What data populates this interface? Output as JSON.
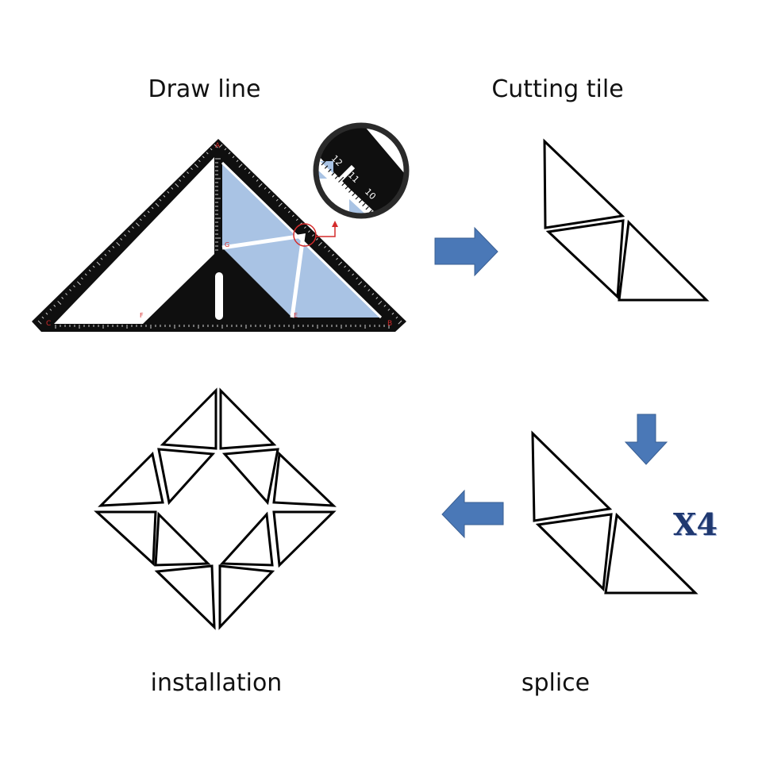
{
  "labels": {
    "draw_line": "Draw line",
    "cutting_tile": "Cutting tile",
    "installation": "installation",
    "splice": "splice"
  },
  "multiplier": "X4",
  "ruler": {
    "vertex_labels": [
      "A",
      "B",
      "C",
      "E",
      "F",
      "G"
    ],
    "zoom_numbers": [
      "12",
      "11",
      "10"
    ]
  },
  "colors": {
    "ruler_body": "#0f0f0f",
    "tile_fill": "#a9c3e4",
    "arrow": "#4a78b7",
    "highlight": "#d42b2b",
    "multiplier_text": "#1f3870"
  },
  "icons": {
    "right_arrow": "arrow-right-icon",
    "down_arrow": "arrow-down-icon",
    "left_arrow": "arrow-left-icon",
    "zoom": "magnifier-zoom-icon"
  }
}
